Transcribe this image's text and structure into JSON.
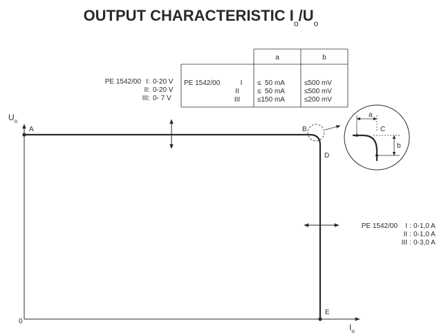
{
  "title": {
    "main": "OUTPUT CHARACTERISTIC I",
    "sub1": "o",
    "slash": "/U",
    "sub2": "o"
  },
  "voltage_ranges": {
    "model": "PE 1542/00",
    "rows": [
      {
        "num": "I",
        "range": "0-20 V"
      },
      {
        "num": "II",
        "range": "0-20 V"
      },
      {
        "num": "III",
        "range": "0- 7 V"
      }
    ]
  },
  "table": {
    "headers": [
      "a",
      "b"
    ],
    "model": "PE 1542/00",
    "rows": [
      {
        "num": "I",
        "a": "≤  50 mA",
        "b": "≤500 mV"
      },
      {
        "num": "II",
        "a": "≤  50 mA",
        "b": "≤500 mV"
      },
      {
        "num": "III",
        "a": "≤150 mA",
        "b": "≤200 mV"
      }
    ]
  },
  "current_ranges": {
    "model": "PE 1542/00",
    "rows": [
      {
        "num": "I",
        "range": "0-1,0 A"
      },
      {
        "num": "II",
        "range": "0-1,0 A"
      },
      {
        "num": "III",
        "range": "0-3,0 A"
      }
    ]
  },
  "axes": {
    "y_label": "U",
    "y_sub": "o",
    "x_label": "I",
    "x_sub": "o",
    "origin": "0"
  },
  "points": {
    "A": "A",
    "B": "B",
    "C": "C",
    "D": "D",
    "E": "E"
  },
  "detail": {
    "a": "a",
    "b": "b",
    "c": "C"
  }
}
